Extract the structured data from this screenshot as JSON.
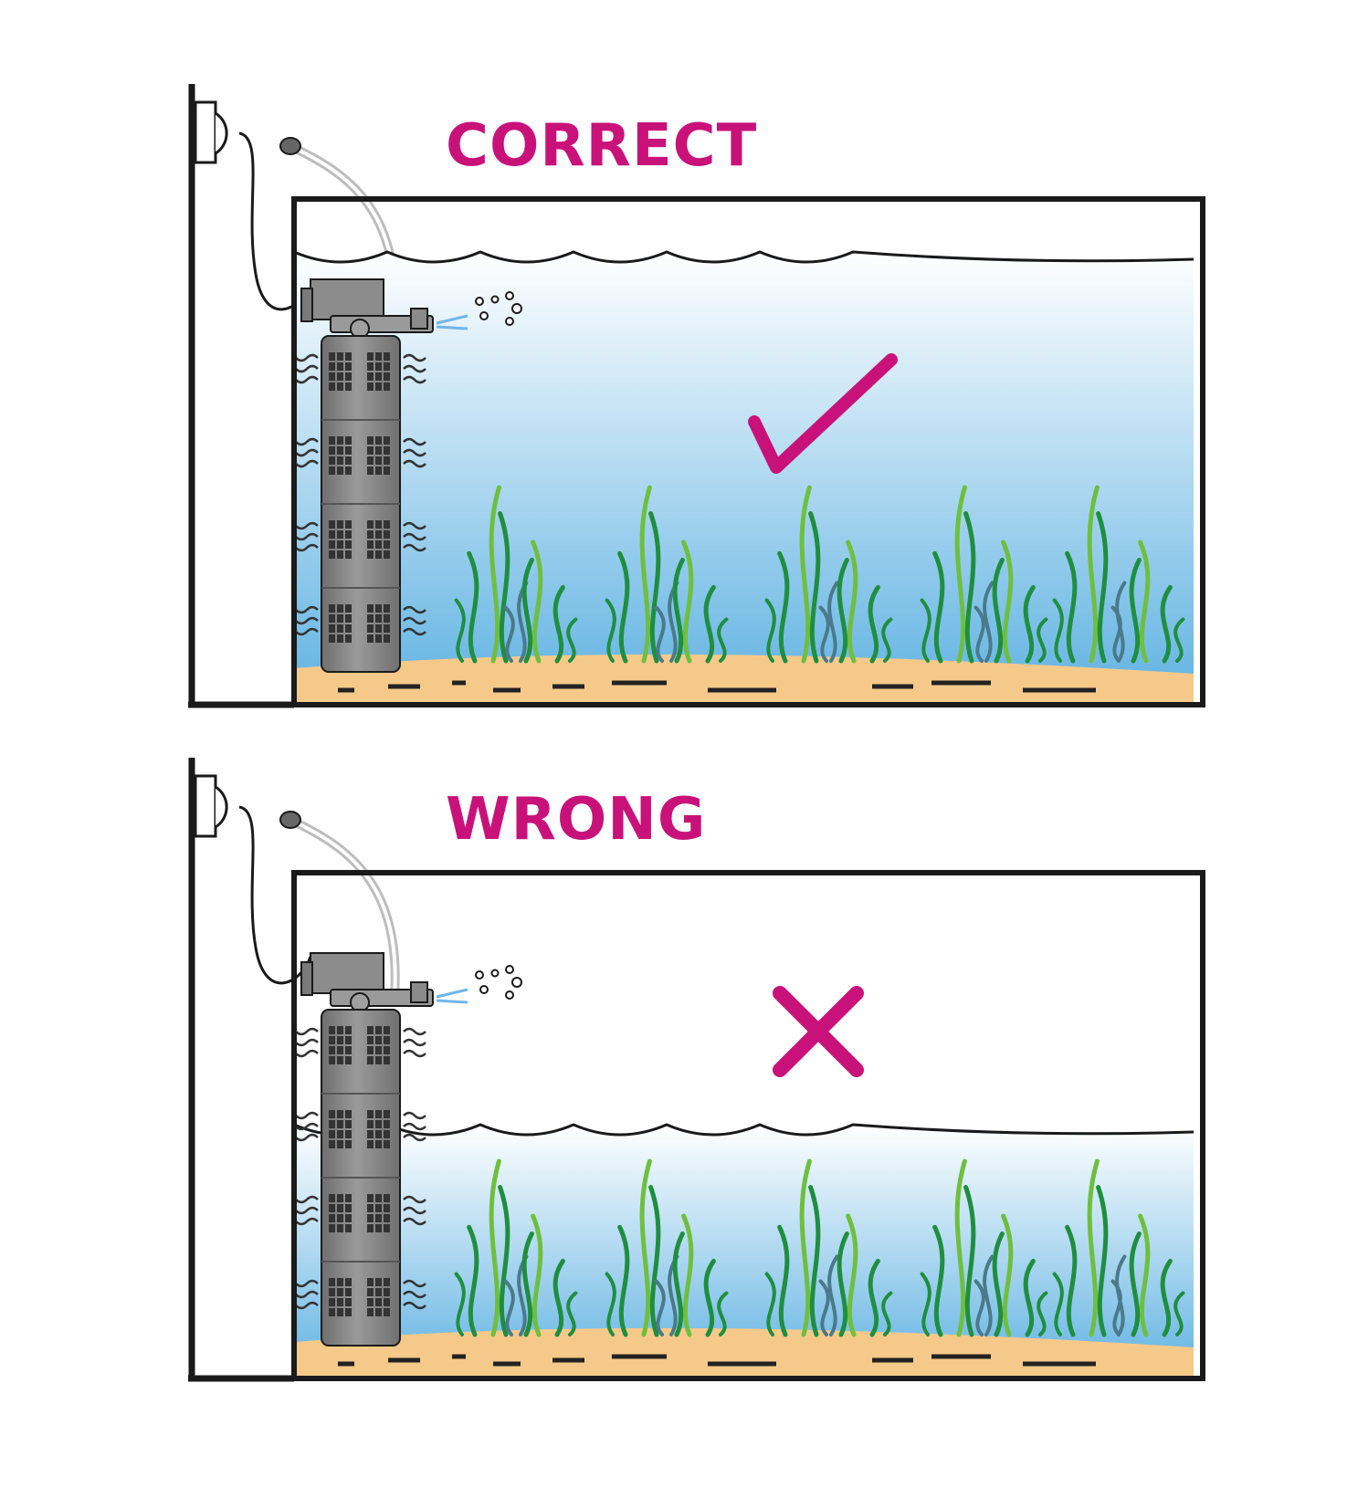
{
  "colors": {
    "accent": "#c8127a",
    "water_top": "#ffffff",
    "water_bottom": "#5fb2e2",
    "sand": "#f5c98a",
    "filter_body": "#8a8a8a",
    "filter_grid": "#333333",
    "plant_dark": "#1f8e3f",
    "plant_light": "#6fbf3e",
    "plant_shadow": "#4a7a8a",
    "outline": "#1a1a1a"
  },
  "panels": [
    {
      "title": "CORRECT",
      "verdict": "correct",
      "verdict_icon": "checkmark-icon",
      "water_level": "above-filter-outlet"
    },
    {
      "title": "WRONG",
      "verdict": "wrong",
      "verdict_icon": "cross-icon",
      "water_level": "below-filter-outlet"
    }
  ]
}
